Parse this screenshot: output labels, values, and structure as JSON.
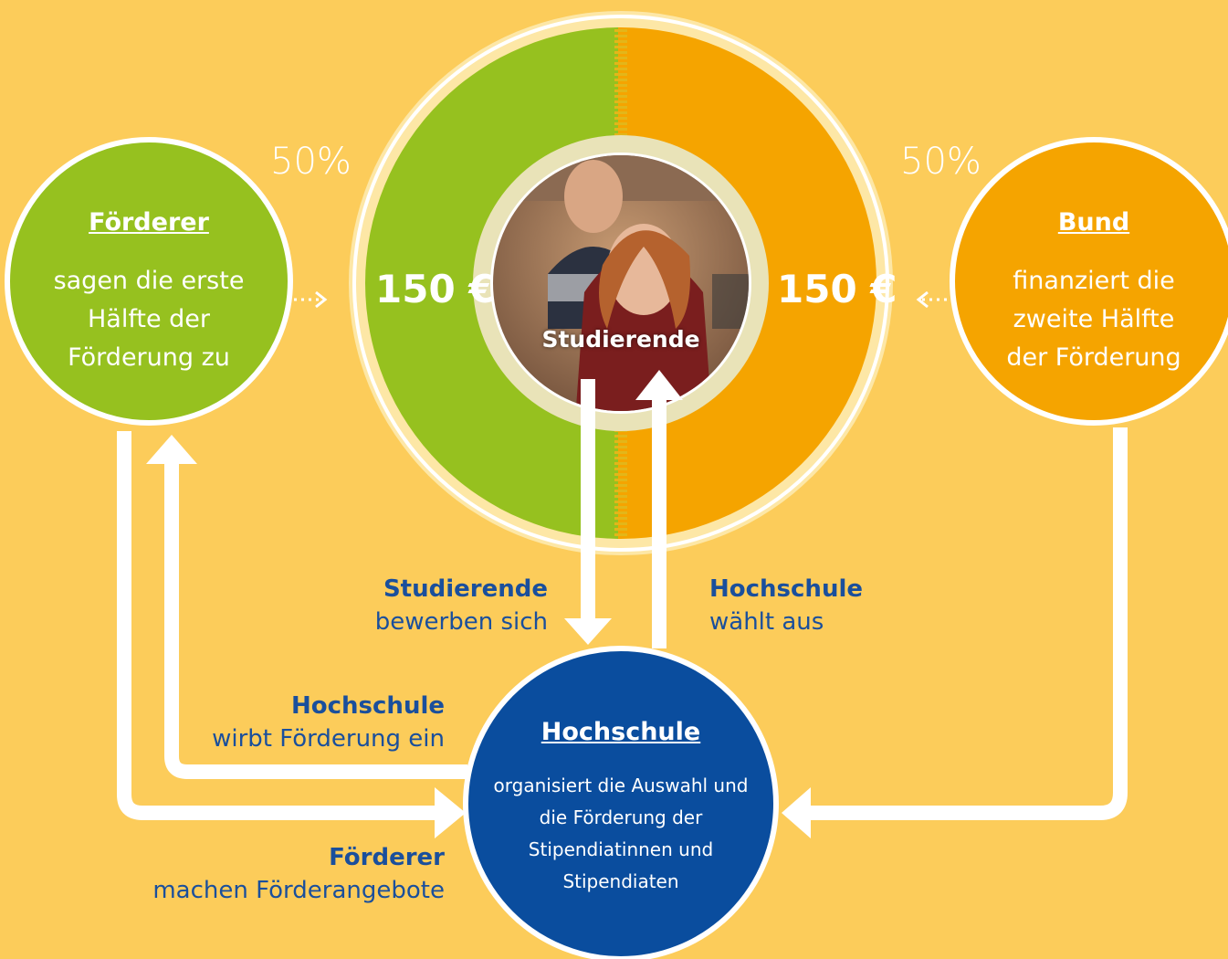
{
  "colors": {
    "background": "#fccc5a",
    "green": "#96c11f",
    "orange": "#f5a400",
    "blue": "#0a4d9e",
    "label_blue": "#1a4f9c",
    "white": "#ffffff"
  },
  "center": {
    "left_percent": "50%",
    "right_percent": "50%",
    "left_amount": "150 €",
    "right_amount": "150 €",
    "photo_label": "Studierende"
  },
  "foerderer_circle": {
    "title": "Förderer",
    "lines": [
      "sagen die erste",
      "Hälfte der",
      "Förderung zu"
    ]
  },
  "bund_circle": {
    "title": "Bund",
    "lines": [
      "finanziert die",
      "zweite Hälfte",
      "der Förderung"
    ]
  },
  "hochschule_circle": {
    "title": "Hochschule",
    "lines": [
      "organisiert die Auswahl und",
      "die Förderung der",
      "Stipendiatinnen und",
      "Stipendiaten"
    ]
  },
  "flow_labels": {
    "studierende": {
      "strong": "Studierende",
      "plain": "bewerben sich"
    },
    "hochschule_waehlt": {
      "strong": "Hochschule",
      "plain": "wählt aus"
    },
    "hochschule_wirbt": {
      "strong": "Hochschule",
      "plain": "wirbt Förderung ein"
    },
    "foerderer_angebote": {
      "strong": "Förderer",
      "plain": "machen Förderangebote"
    }
  },
  "icons": {
    "photo": "students-photo-icon",
    "arrows": "arrow-icon"
  }
}
